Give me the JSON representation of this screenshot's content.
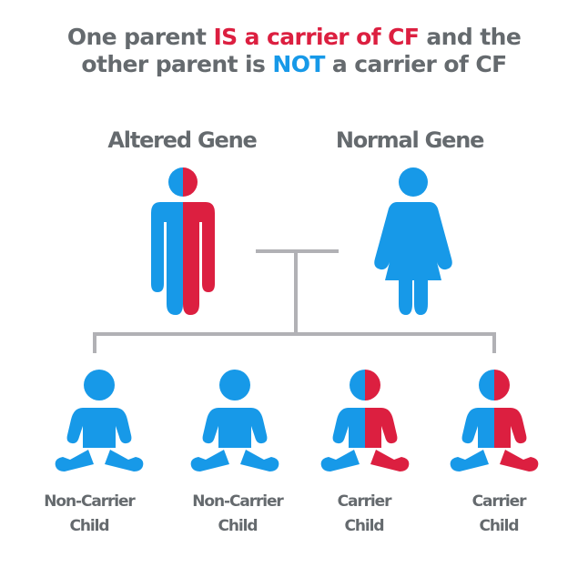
{
  "title": {
    "line1": {
      "pre": "One parent ",
      "highlight": "IS a carrier of CF",
      "post": " and the"
    },
    "line2": {
      "pre": "other parent is ",
      "highlight": "NOT",
      "post": " a carrier of CF"
    }
  },
  "parents": [
    {
      "label": "Altered Gene",
      "icon": "male-figure-half-carrier",
      "colors": [
        "#1799e8",
        "#dc1f40"
      ]
    },
    {
      "label": "Normal Gene",
      "icon": "female-figure-non-carrier",
      "colors": [
        "#1799e8"
      ]
    }
  ],
  "children": [
    {
      "line1": "Non-Carrier",
      "line2": "Child",
      "icon": "child-non-carrier"
    },
    {
      "line1": "Non-Carrier",
      "line2": "Child",
      "icon": "child-non-carrier"
    },
    {
      "line1": "Carrier",
      "line2": "Child",
      "icon": "child-carrier"
    },
    {
      "line1": "Carrier",
      "line2": "Child",
      "icon": "child-carrier"
    }
  ],
  "colors": {
    "normal": "#1799e8",
    "altered": "#dc1f40",
    "text": "#656a6e",
    "connector": "#b1b1b5"
  }
}
